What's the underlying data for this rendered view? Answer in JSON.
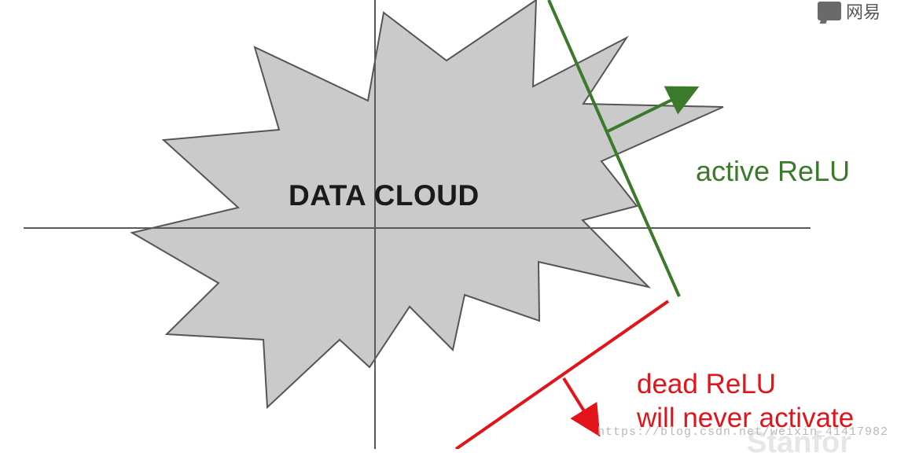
{
  "diagram": {
    "cloud_label": "DATA CLOUD",
    "active_label": "active ReLU",
    "dead_label_line1": "dead ReLU",
    "dead_label_line2": "will never activate"
  },
  "colors": {
    "cloud_fill": "#cacaca",
    "cloud_stroke": "#555555",
    "axis": "#5a5a5a",
    "active": "#3b7a2a",
    "dead": "#e0141a"
  },
  "overlay": {
    "logo_text": "网易",
    "logo_icon": "chat-bubble-icon",
    "watermark_text": "https://blog.csdn.net/weixin_41417982",
    "corner_text": "Stanfor"
  }
}
